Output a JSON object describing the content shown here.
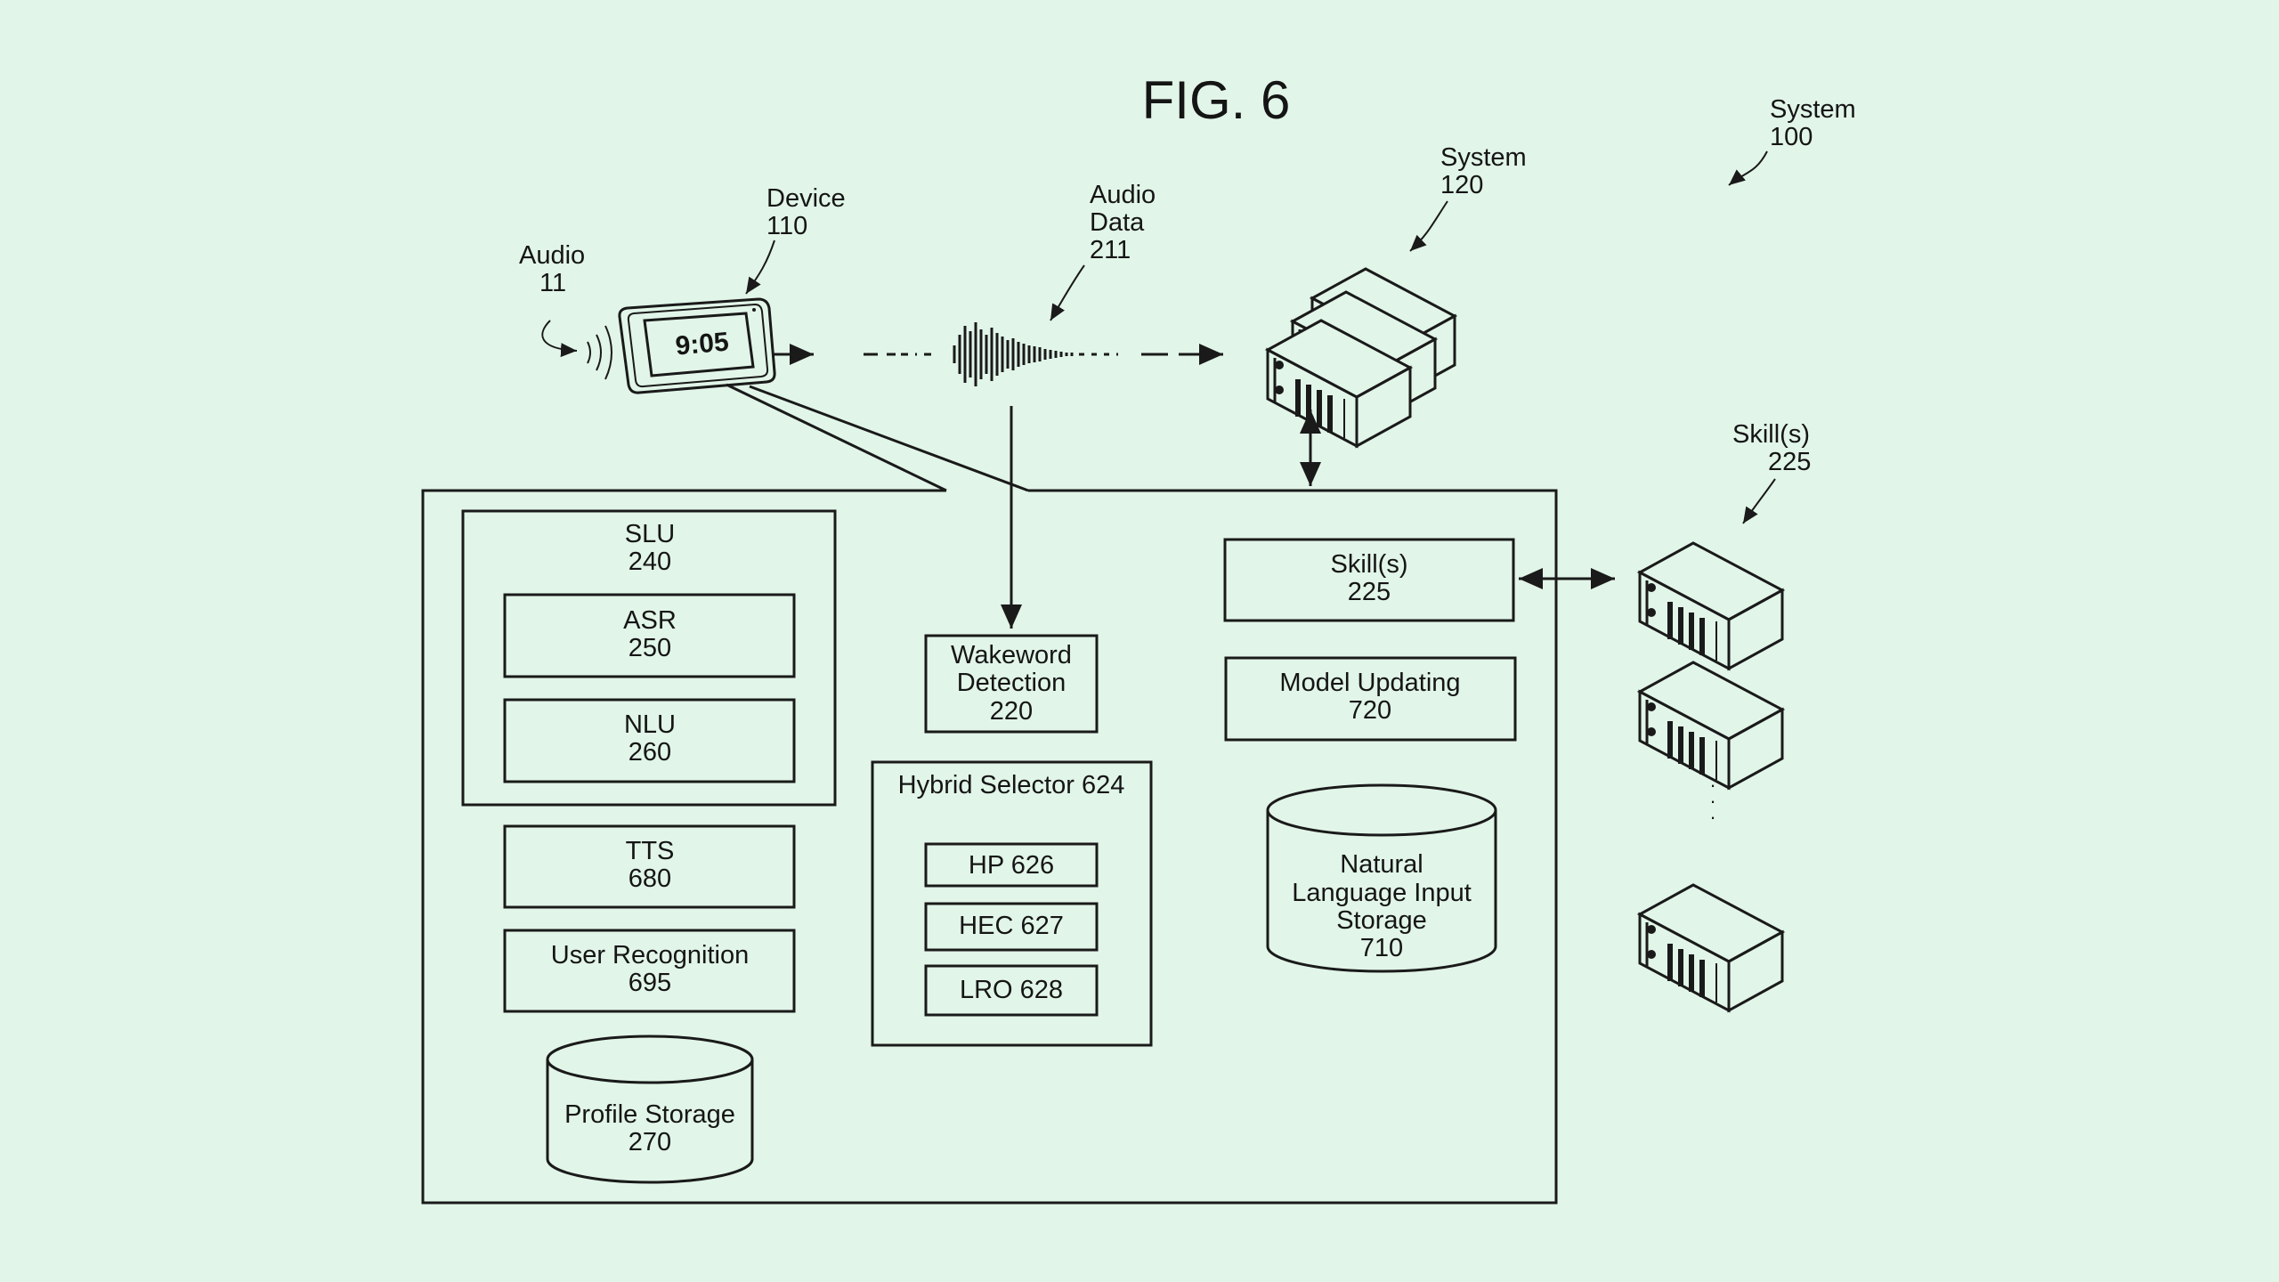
{
  "figure": {
    "title": "FIG. 6",
    "background": "#e1f5e8",
    "ink": "#1a1a1a"
  },
  "callouts": {
    "system100": [
      "System",
      "100"
    ],
    "system120": [
      "System",
      "120"
    ],
    "device110": [
      "Device",
      "110"
    ],
    "audio11": [
      "Audio",
      "11"
    ],
    "audio_data211": [
      "Audio",
      "Data",
      "211"
    ],
    "skills225_remote": [
      "Skill(s)",
      "225"
    ]
  },
  "device": {
    "clock": "9:05"
  },
  "components": {
    "slu": [
      "SLU",
      "240"
    ],
    "asr": [
      "ASR",
      "250"
    ],
    "nlu": [
      "NLU",
      "260"
    ],
    "tts": [
      "TTS",
      "680"
    ],
    "user_recognition": [
      "User Recognition",
      "695"
    ],
    "profile_storage": [
      "Profile Storage",
      "270"
    ],
    "wakeword": [
      "Wakeword",
      "Detection",
      "220"
    ],
    "hybrid_selector": "Hybrid Selector 624",
    "hp": "HP 626",
    "hec": "HEC 627",
    "lro": "LRO 628",
    "skills_local": [
      "Skill(s)",
      "225"
    ],
    "model_updating": [
      "Model Updating",
      "720"
    ],
    "nl_storage": [
      "Natural",
      "Language Input",
      "Storage",
      "710"
    ]
  },
  "ellipsis": "."
}
